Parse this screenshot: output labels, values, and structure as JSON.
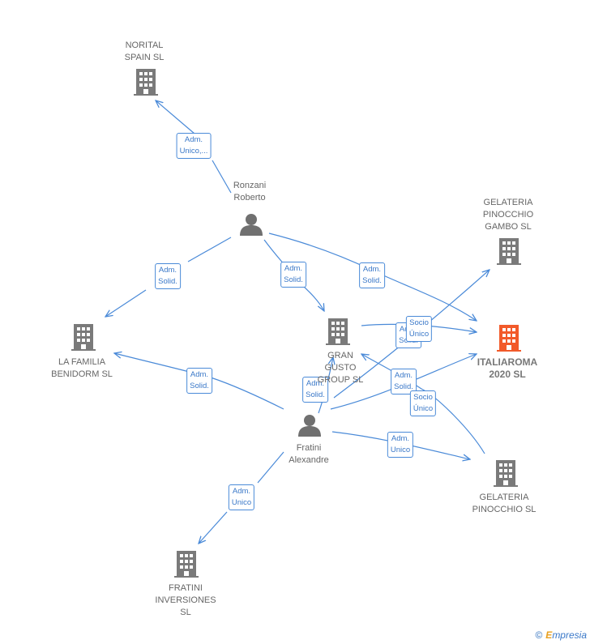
{
  "colors": {
    "edge": "#4a8ad8",
    "building": "#7a7a7a",
    "focus_building": "#f25a2a",
    "person": "#707070"
  },
  "nodes": [
    {
      "id": "norital",
      "type": "company",
      "label": "NORITAL\nSPAIN  SL"
    },
    {
      "id": "ronzani",
      "type": "person",
      "label": "Ronzani\nRoberto"
    },
    {
      "id": "gelateria_gambo",
      "type": "company",
      "label": "GELATERIA\nPINOCCHIO\nGAMBO SL"
    },
    {
      "id": "lafamilia",
      "type": "company",
      "label": "LA FAMILIA\nBENIDORM  SL"
    },
    {
      "id": "grangusto",
      "type": "company",
      "label": "GRAN\nGUSTO\nGROUP  SL"
    },
    {
      "id": "italiaroma",
      "type": "company",
      "focus": true,
      "label": "ITALIAROMA\n2020  SL"
    },
    {
      "id": "fratini",
      "type": "person",
      "label": "Fratini\nAlexandre"
    },
    {
      "id": "gelateria",
      "type": "company",
      "label": "GELATERIA\nPINOCCHIO  SL"
    },
    {
      "id": "fratini_inv",
      "type": "company",
      "label": "FRATINI\nINVERSIONES\nSL"
    }
  ],
  "edges": [
    {
      "from": "ronzani",
      "to": "norital",
      "label": "Adm.\nUnico,..."
    },
    {
      "from": "ronzani",
      "to": "lafamilia",
      "label": "Adm.\nSolid."
    },
    {
      "from": "ronzani",
      "to": "grangusto",
      "label": "Adm.\nSolid."
    },
    {
      "from": "ronzani",
      "to": "italiaroma",
      "label": "Adm.\nSolid."
    },
    {
      "from": "grangusto",
      "to": "italiaroma",
      "label": "Adm.\nSolid."
    },
    {
      "from": "fratini",
      "to": "gelateria_gambo",
      "label": "Socio\nÚnico"
    },
    {
      "from": "fratini",
      "to": "lafamilia",
      "label": "Adm.\nSolid."
    },
    {
      "from": "fratini",
      "to": "grangusto",
      "label": "Adm.\nSolid."
    },
    {
      "from": "fratini",
      "to": "italiaroma",
      "label": "Adm.\nSolid."
    },
    {
      "from": "gelateria",
      "to": "grangusto",
      "label": "Socio\nÚnico"
    },
    {
      "from": "fratini",
      "to": "gelateria",
      "label": "Adm.\nUnico"
    },
    {
      "from": "fratini",
      "to": "fratini_inv",
      "label": "Adm.\nUnico"
    }
  ],
  "footer": {
    "copyright": "©",
    "brand_first": "E",
    "brand_rest": "mpresia"
  }
}
